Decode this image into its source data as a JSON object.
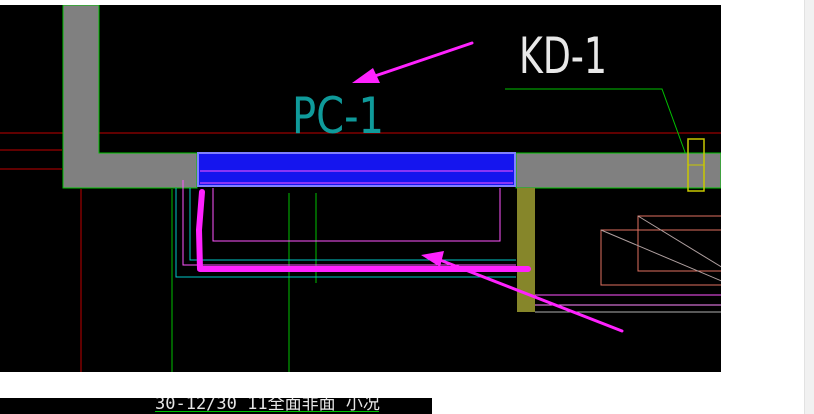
{
  "drawing": {
    "labels": {
      "kd": "KD-1",
      "pc": "PC-1"
    },
    "colors": {
      "background": "#000000",
      "wall": "#808080",
      "beam_fill": "#1515ee",
      "beam_edge": "#6f6fff",
      "annotation": "#ff22ff",
      "red_line": "#c00000",
      "green_line": "#00c000",
      "cyan_line": "#00c8c8",
      "olive_column": "#86862a",
      "label_kd": "#e8e8e8",
      "label_pc": "#0f9a9a"
    }
  },
  "lower_strip": {
    "text": "30-12/30 11全面非面 小况"
  }
}
